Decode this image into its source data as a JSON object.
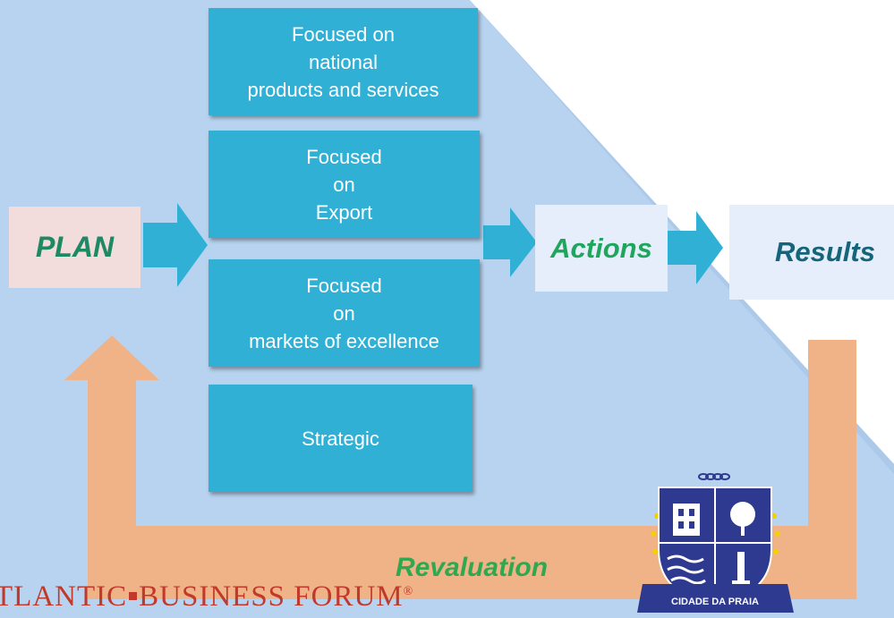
{
  "colors": {
    "background": "#b5d1ee",
    "triangle": "#6fa6e0",
    "box": "#31b0d6",
    "arrow": "#31b0d6",
    "feedback": "#efb387",
    "green": "#1ea65c",
    "teal": "#14657a"
  },
  "plan_label": "PLAN",
  "actions_label": "Actions",
  "results_label": "Results",
  "revaluation_label": "Revaluation",
  "boxes": [
    {
      "text": "Focused  on\nnational\nproducts and services"
    },
    {
      "text": "Focused\non\nExport"
    },
    {
      "text": "Focused\non\nmarkets of excellence"
    },
    {
      "text": "Strategic"
    }
  ],
  "footer": {
    "text1": "TLANTIC",
    "text2": "BUSINESS FORUM",
    "reg": "®"
  },
  "emblem": {
    "banner": "CIDADE DA PRAIA"
  }
}
